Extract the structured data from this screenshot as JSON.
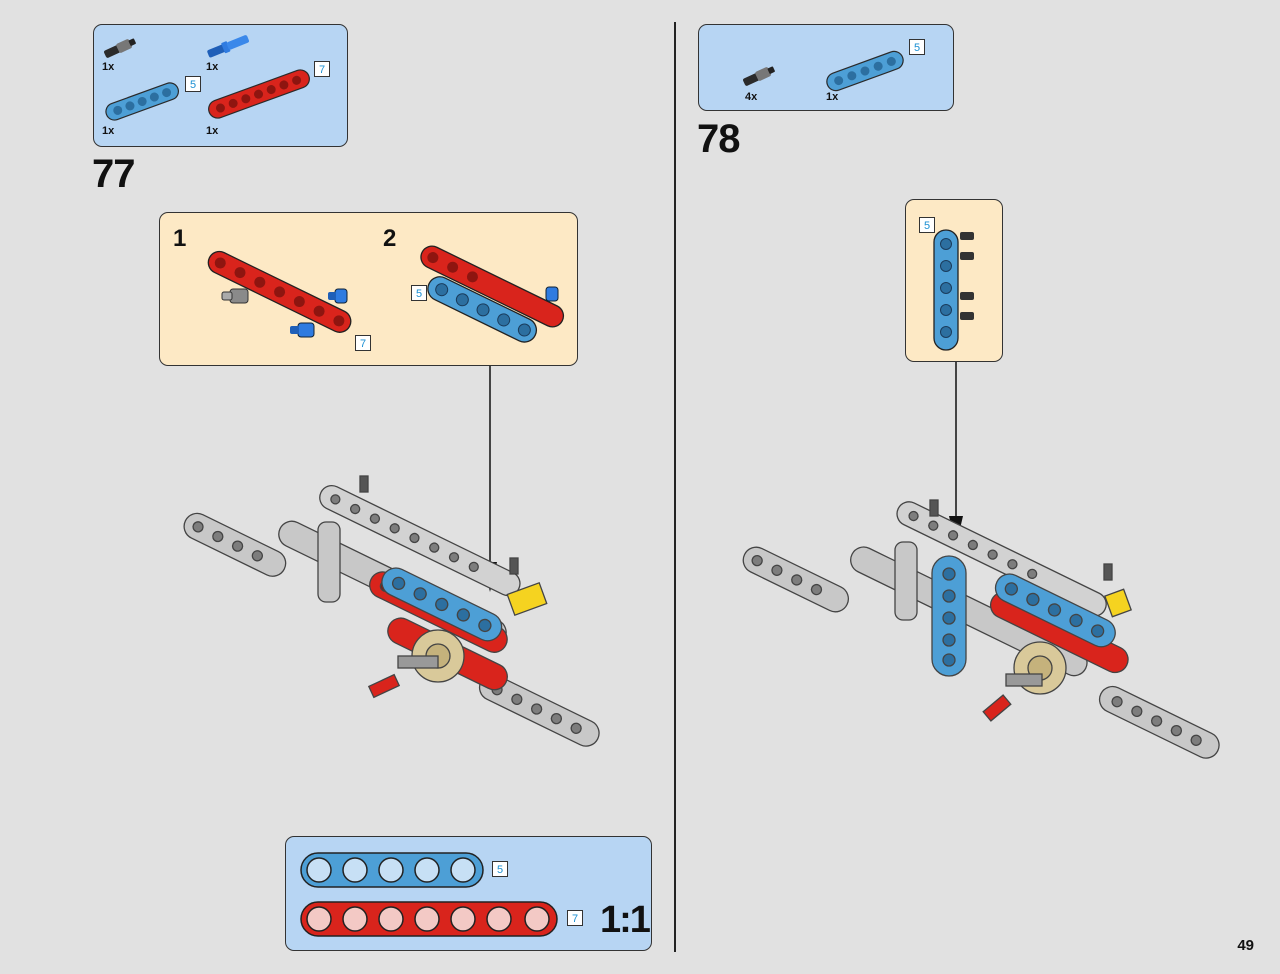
{
  "page_number": "49",
  "step77": {
    "number": "77",
    "parts": [
      {
        "qty": "1x",
        "icon": "black-axle-pin-icon"
      },
      {
        "qty": "1x",
        "icon": "blue-axle-pin-icon"
      },
      {
        "qty": "1x",
        "icon": "blue-beam-5-icon",
        "length": "5"
      },
      {
        "qty": "1x",
        "icon": "red-beam-7-icon",
        "length": "7"
      }
    ],
    "substeps": [
      {
        "num": "1",
        "length": "7"
      },
      {
        "num": "2",
        "length": "5"
      }
    ]
  },
  "step78": {
    "number": "78",
    "parts": [
      {
        "qty": "4x",
        "icon": "black-axle-pin-icon"
      },
      {
        "qty": "1x",
        "icon": "blue-beam-5-icon",
        "length": "5"
      }
    ],
    "callout_length": "5"
  },
  "scale_ruler": {
    "items": [
      {
        "length": "5",
        "color": "#4d9fd6"
      },
      {
        "length": "7",
        "color": "#d9241c"
      }
    ],
    "label": "1:1"
  },
  "colors": {
    "background": "#e1e1e1",
    "callout_blue": "#b7d5f3",
    "callout_cream": "#fde9c5",
    "beam_red": "#d9241c",
    "beam_blue": "#4d9fd6",
    "beam_gray": "#c8c8c8",
    "gear_tan": "#d9c99a",
    "tile_yellow": "#f5d320",
    "length_text": "#1a8fd3"
  }
}
